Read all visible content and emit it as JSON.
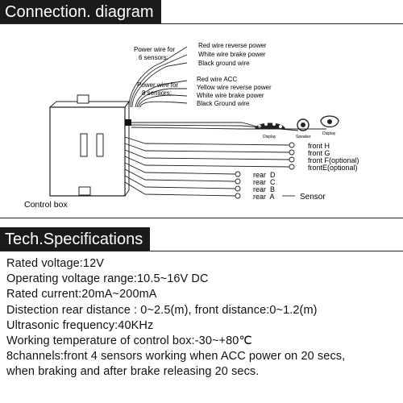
{
  "section1": {
    "title": "Connection. diagram"
  },
  "section2": {
    "title": "Tech.Specifications"
  },
  "diagram": {
    "control_box_label": "Control box",
    "six_sensor_label": [
      "Power wire for",
      "6 sensors:"
    ],
    "eight_sensor_label": [
      "Power wire for",
      "8 sensors:"
    ],
    "six_wires": [
      "Red wire reverse power",
      "White wire brake power",
      "Black ground wire"
    ],
    "eight_wires": [
      "Red wire ACC",
      "Yellow wire reverse power",
      "White wire brake power",
      "Black Ground wire"
    ],
    "display_label": "Display",
    "speaker_label": "Speaker",
    "display2_label": "Display",
    "front_sensors": [
      "front H",
      "front G",
      "front F(optional)",
      "frontE(optional)"
    ],
    "rear_sensors": [
      "rear  D",
      "rear  C",
      "rear  B",
      "rear  A"
    ],
    "sensor_label": "Sensor"
  },
  "specs": [
    "Rated voltage:12V",
    "Operating voltage range:10.5~16V DC",
    "Rated current:20mA~200mA",
    "Distection rear distance : 0~2.5(m), front distance:0~1.2(m)",
    "Ultrasonic frequency:40KHz",
    "Working temperature of control box:-30~+80℃",
    "8channels:front 4 sensors working when ACC power on 20 secs,",
    "when braking and after brake releasing 20 secs."
  ]
}
